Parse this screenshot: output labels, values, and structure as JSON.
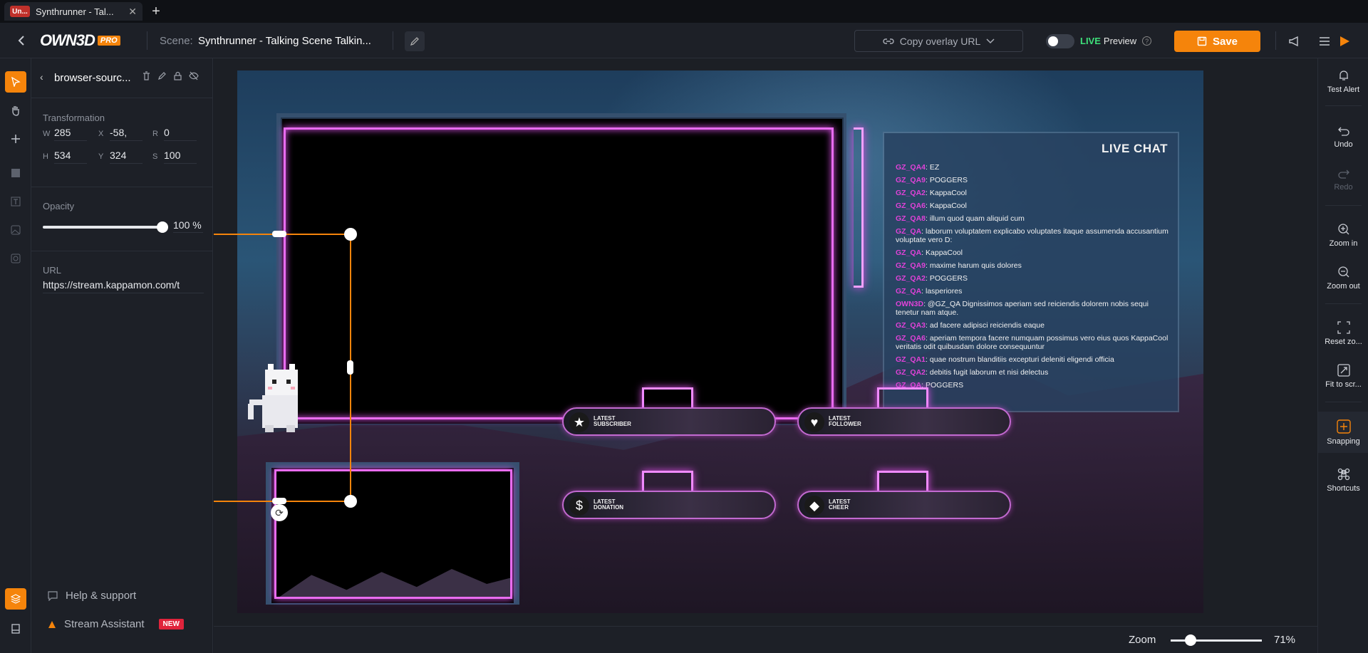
{
  "browser": {
    "tab_favicon": "Un...",
    "tab_title": "Synthrunner - Tal...",
    "close": "✕",
    "new_tab": "+"
  },
  "topbar": {
    "logo_main": "OWN3D",
    "logo_pro": "PRO",
    "scene_label": "Scene:",
    "scene_name": "Synthrunner - Talking Scene Talkin...",
    "copy_url": "Copy overlay URL",
    "live": "LIVE",
    "preview": "Preview",
    "save": "Save"
  },
  "props": {
    "source_name": "browser-sourc...",
    "transformation_label": "Transformation",
    "fields": [
      {
        "key": "W",
        "value": "285"
      },
      {
        "key": "X",
        "value": "-58,"
      },
      {
        "key": "R",
        "value": "0"
      },
      {
        "key": "H",
        "value": "534"
      },
      {
        "key": "Y",
        "value": "324"
      },
      {
        "key": "S",
        "value": "100"
      }
    ],
    "opacity_label": "Opacity",
    "opacity_value": "100 %",
    "opacity_level": 1.0,
    "url_label": "URL",
    "url_value": "https://stream.kappamon.com/t",
    "help": "Help & support",
    "assistant": "Stream Assistant",
    "new_badge": "NEW"
  },
  "stage": {
    "chat_title": "LIVE CHAT",
    "chat_messages": [
      {
        "user": "GZ_QA4",
        "text": ": EZ"
      },
      {
        "user": "GZ_QA9",
        "text": ": POGGERS"
      },
      {
        "user": "GZ_QA2",
        "text": ": KappaCool"
      },
      {
        "user": "GZ_QA6",
        "text": ": KappaCool"
      },
      {
        "user": "GZ_QA8",
        "text": ": illum quod quam aliquid cum"
      },
      {
        "user": "GZ_QA",
        "text": ": laborum voluptatem explicabo voluptates itaque assumenda accusantium voluptate vero D:"
      },
      {
        "user": "GZ_QA",
        "text": ": KappaCool"
      },
      {
        "user": "GZ_QA9",
        "text": ": maxime harum quis dolores"
      },
      {
        "user": "GZ_QA2",
        "text": ": POGGERS"
      },
      {
        "user": "GZ_QA",
        "text": ": lasperiores"
      },
      {
        "user": "OWN3D",
        "text": ": @GZ_QA Dignissimos aperiam sed reiciendis dolorem nobis sequi tenetur nam atque."
      },
      {
        "user": "GZ_QA3",
        "text": ": ad facere adipisci reiciendis eaque"
      },
      {
        "user": "GZ_QA6",
        "text": ": aperiam tempora facere numquam possimus vero eius quos KappaCool veritatis odit quibusdam dolore consequuntur"
      },
      {
        "user": "GZ_QA1",
        "text": ": quae nostrum blanditiis excepturi deleniti eligendi officia"
      },
      {
        "user": "GZ_QA2",
        "text": ": debitis fugit laborum et nisi delectus"
      },
      {
        "user": "GZ_QA",
        "text": ": POGGERS"
      }
    ],
    "widgets": [
      {
        "label": "LATEST SUBSCRIBER",
        "icon": "★",
        "icon_name": "star-icon"
      },
      {
        "label": "LATEST FOLLOWER",
        "icon": "♥",
        "icon_name": "heart-icon"
      },
      {
        "label": "LATEST DONATION",
        "icon": "$",
        "icon_name": "dollar-icon"
      },
      {
        "label": "LATEST CHEER",
        "icon": "◆",
        "icon_name": "diamond-icon"
      }
    ]
  },
  "zoom": {
    "label": "Zoom",
    "value": "71%",
    "level": 0.71
  },
  "rightrail": {
    "test_alert": "Test Alert",
    "undo": "Undo",
    "redo": "Redo",
    "zoom_in": "Zoom in",
    "zoom_out": "Zoom out",
    "reset_zoom": "Reset zo...",
    "fit_screen": "Fit to scr...",
    "snapping": "Snapping",
    "shortcuts": "Shortcuts"
  },
  "colors": {
    "accent": "#f5840b",
    "live": "#3ee07a",
    "neon": "#e96cf0",
    "chat_user": "#e042d8"
  }
}
